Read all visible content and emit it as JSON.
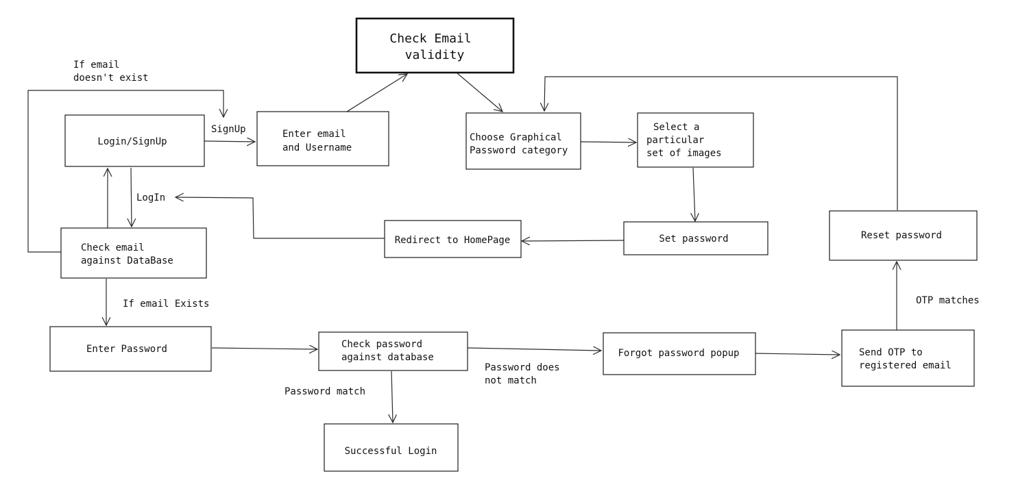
{
  "nodes": {
    "check_email_validity": [
      "Check Email",
      "validity"
    ],
    "login_signup": [
      "Login/SignUp"
    ],
    "enter_email_username": [
      "Enter email",
      "and Username"
    ],
    "choose_graphical_category": [
      "Choose Graphical",
      "Password category"
    ],
    "select_images": [
      "Select a",
      "particular",
      "set of images"
    ],
    "check_email_db": [
      "Check email",
      "against DataBase"
    ],
    "redirect_homepage": [
      "Redirect to HomePage"
    ],
    "set_password": [
      "Set password"
    ],
    "reset_password": [
      "Reset password"
    ],
    "enter_password": [
      "Enter Password"
    ],
    "check_password_db": [
      "Check password",
      "against database"
    ],
    "forgot_password_popup": [
      "Forgot password popup"
    ],
    "send_otp": [
      "Send OTP to",
      "registered email"
    ],
    "successful_login": [
      "Successful Login"
    ]
  },
  "edge_labels": {
    "email_not_exist": [
      "If email",
      "doesn't exist"
    ],
    "signup": [
      "SignUp"
    ],
    "login": [
      "LogIn"
    ],
    "email_exists": [
      "If email Exists"
    ],
    "otp_matches": [
      "OTP matches"
    ],
    "password_no_match": [
      "Password does",
      "not match"
    ],
    "password_match": [
      "Password match"
    ]
  },
  "colors": {
    "stroke": "#1a1a1a",
    "text": "#111111",
    "background": "#ffffff"
  }
}
